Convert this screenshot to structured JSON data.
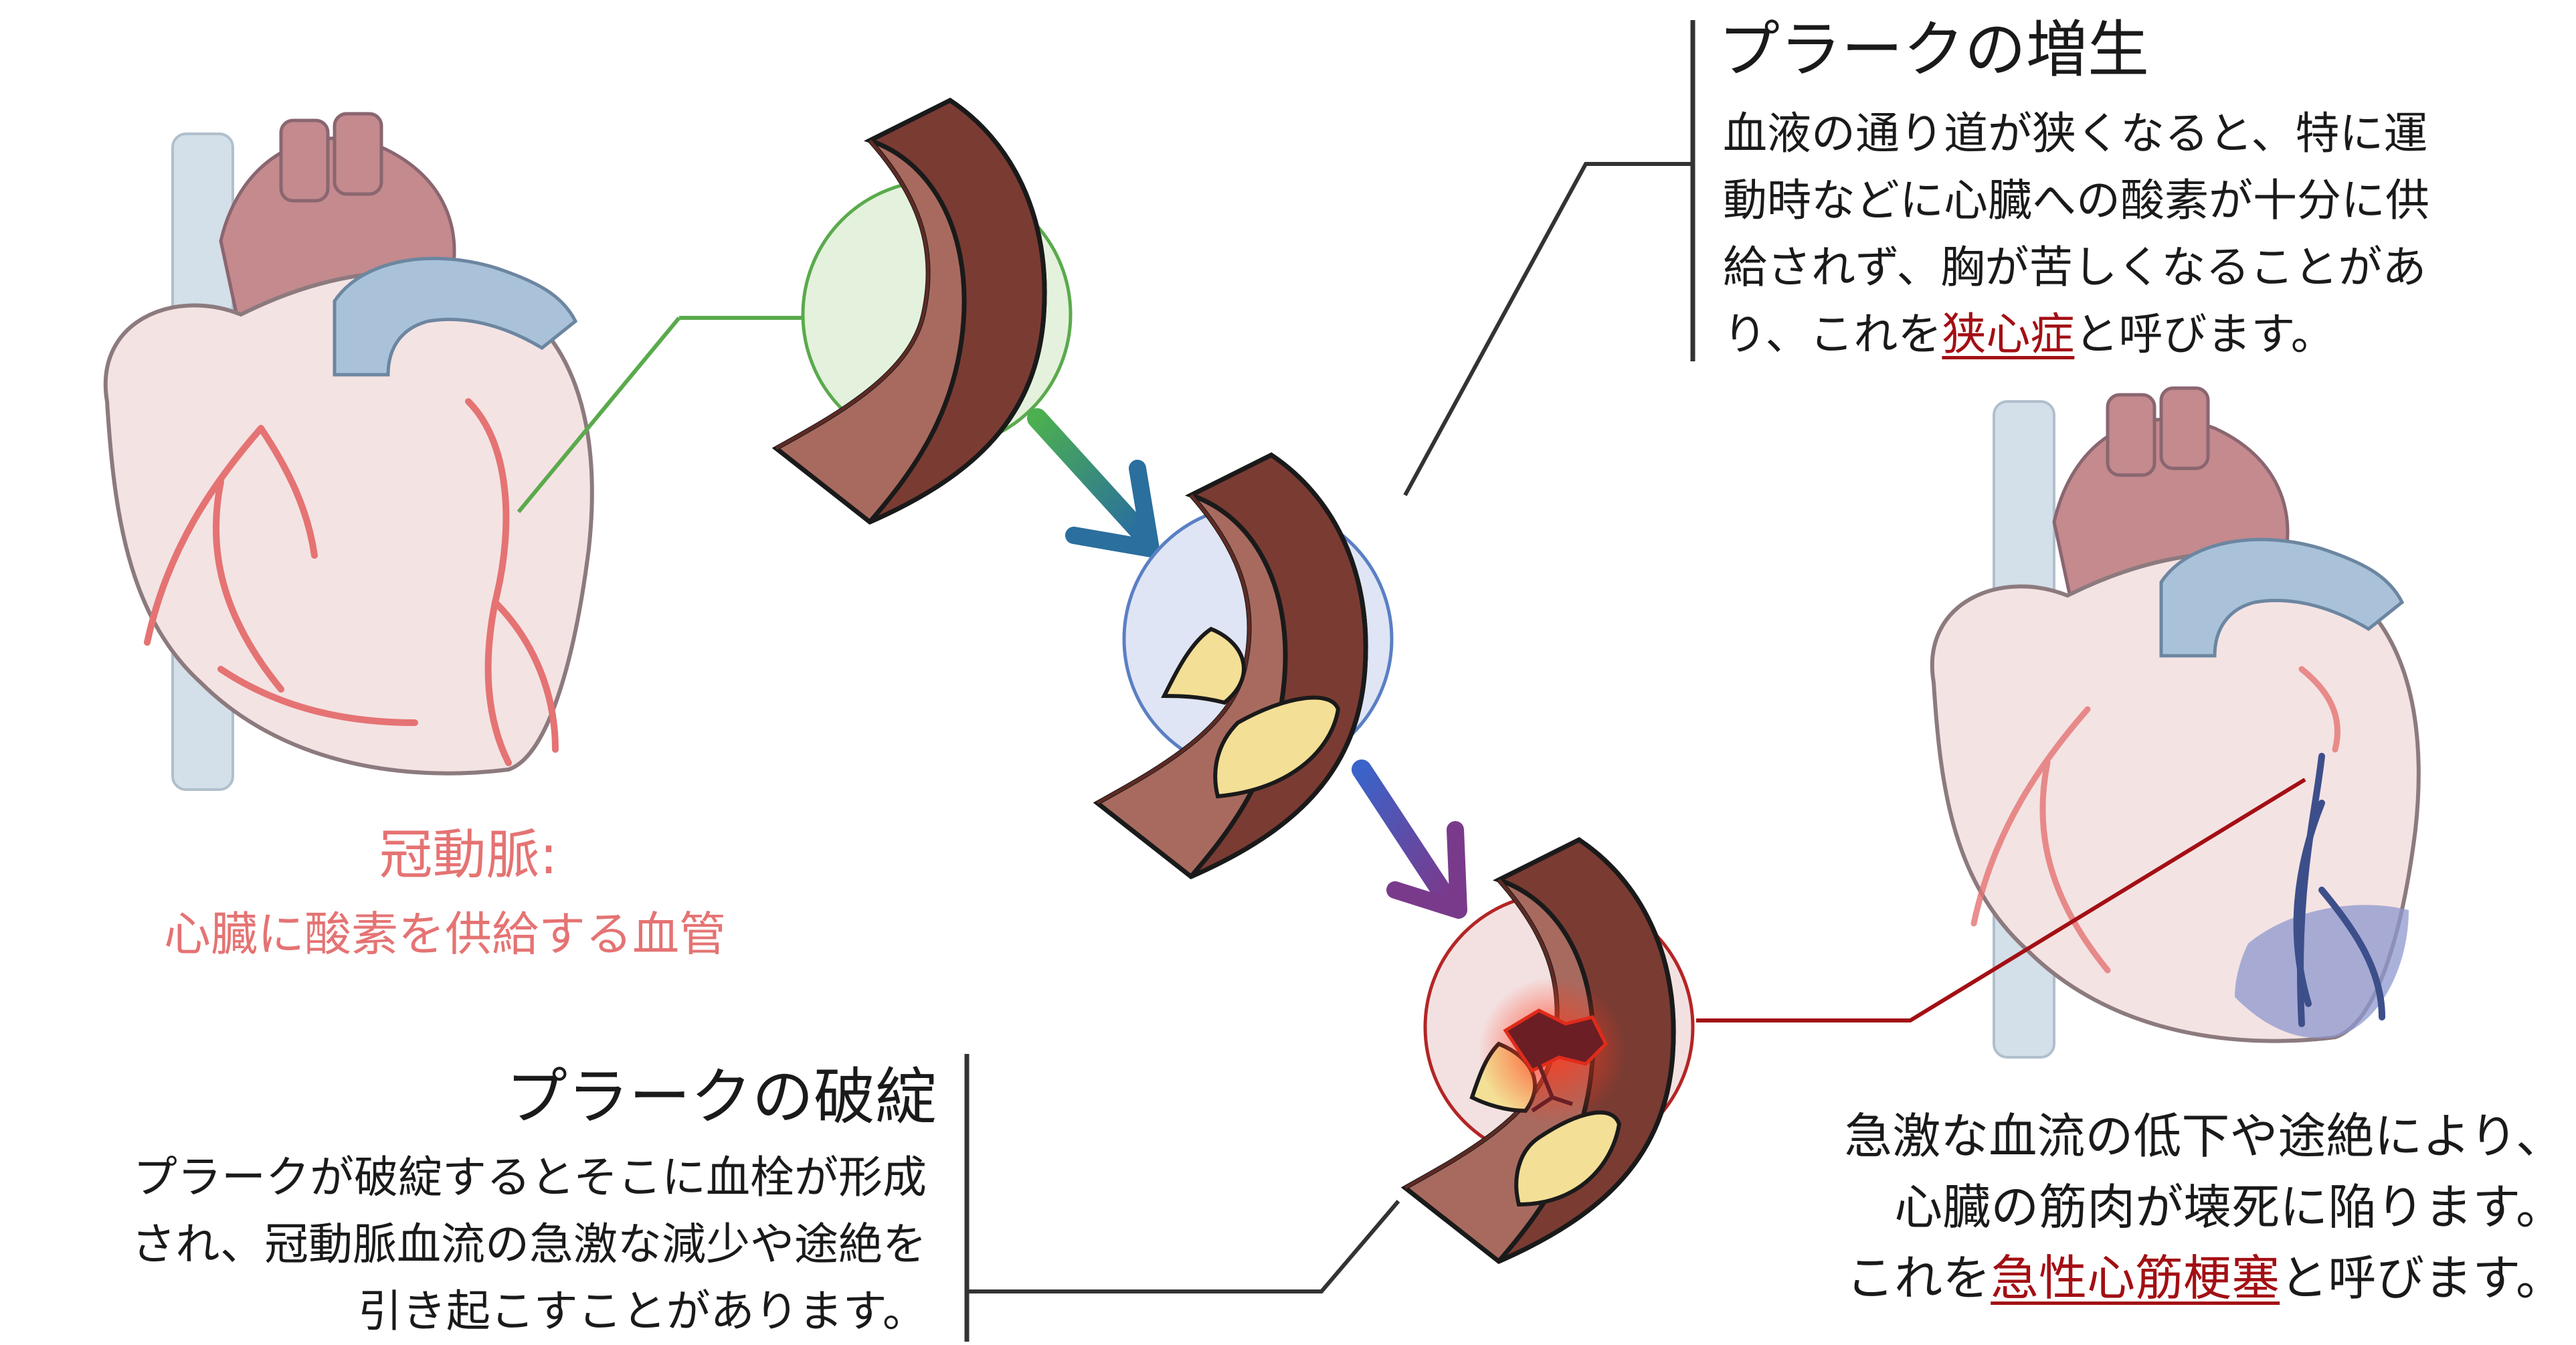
{
  "colors": {
    "coronary": "#e57373",
    "term_red": "#a30f14",
    "vessel_dark": "#7a3b33",
    "vessel_mid": "#a86a5f",
    "plaque": "#f3df95",
    "ring_green": "#5aaa4c",
    "ring_blue": "#5a7fc4",
    "ring_red": "#b42525",
    "infarct": "#8e98cf"
  },
  "left_heart": {
    "title": "冠動脈:",
    "subtitle": "心臓に酸素を供給する血管"
  },
  "top_right": {
    "title": "プラークの増生",
    "lines": [
      {
        "before": "血液の通り道が狭くなると、特に運",
        "term": "",
        "after": ""
      },
      {
        "before": "動時などに心臓への酸素が十分に供",
        "term": "",
        "after": ""
      },
      {
        "before": "給されず、胸が苦しくなることがあ",
        "term": "",
        "after": ""
      },
      {
        "before": "り、これを",
        "term": "狭心症",
        "after": "と呼びます。"
      }
    ]
  },
  "bottom_left": {
    "title": "プラークの破綻",
    "lines": [
      "プラークが破綻するとそこに血栓が形成",
      "され、冠動脈血流の急激な減少や途絶を",
      "引き起こすことがあります。"
    ]
  },
  "bottom_right": {
    "line1": "急激な血流の低下や途絶により、",
    "line2": "心臓の筋肉が壊死に陥ります。",
    "line3_before": "これを",
    "term": "急性心筋梗塞",
    "line3_after": "と呼びます。"
  },
  "icons": {
    "heart_normal": "heart-illustration",
    "heart_infarct": "heart-with-infarct-illustration",
    "vessel": "coronary-artery-section",
    "arrow": "progression-arrow"
  }
}
